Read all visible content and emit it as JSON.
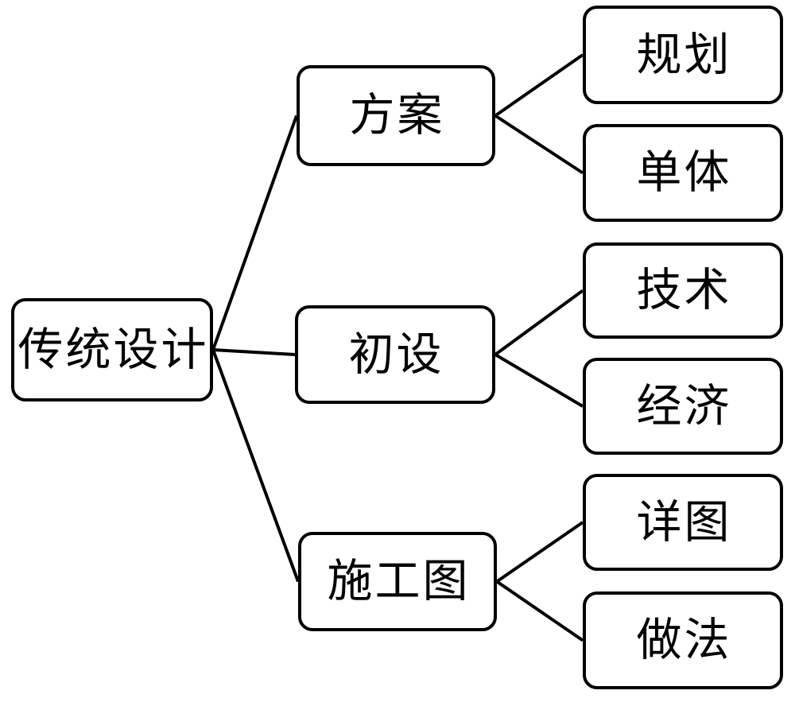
{
  "nodes": {
    "root": {
      "label": "传统设计"
    },
    "fangan": {
      "label": "方案"
    },
    "chushe": {
      "label": "初设"
    },
    "shigongtu": {
      "label": "施工图"
    },
    "guihua": {
      "label": "规划"
    },
    "danti": {
      "label": "单体"
    },
    "jishu": {
      "label": "技术"
    },
    "jingji": {
      "label": "经济"
    },
    "xiangtu": {
      "label": "详图"
    },
    "zuofa": {
      "label": "做法"
    }
  },
  "edges": [
    {
      "from": "root",
      "to": "fangan"
    },
    {
      "from": "root",
      "to": "chushe"
    },
    {
      "from": "root",
      "to": "shigongtu"
    },
    {
      "from": "fangan",
      "to": "guihua"
    },
    {
      "from": "fangan",
      "to": "danti"
    },
    {
      "from": "chushe",
      "to": "jishu"
    },
    {
      "from": "chushe",
      "to": "jingji"
    },
    {
      "from": "shigongtu",
      "to": "xiangtu"
    },
    {
      "from": "shigongtu",
      "to": "zuofa"
    }
  ],
  "style": {
    "line_color": "#000000",
    "line_width": 4,
    "box_border_color": "#000000",
    "box_fill": "#ffffff",
    "background": "#ffffff",
    "text_color": "#000000"
  }
}
